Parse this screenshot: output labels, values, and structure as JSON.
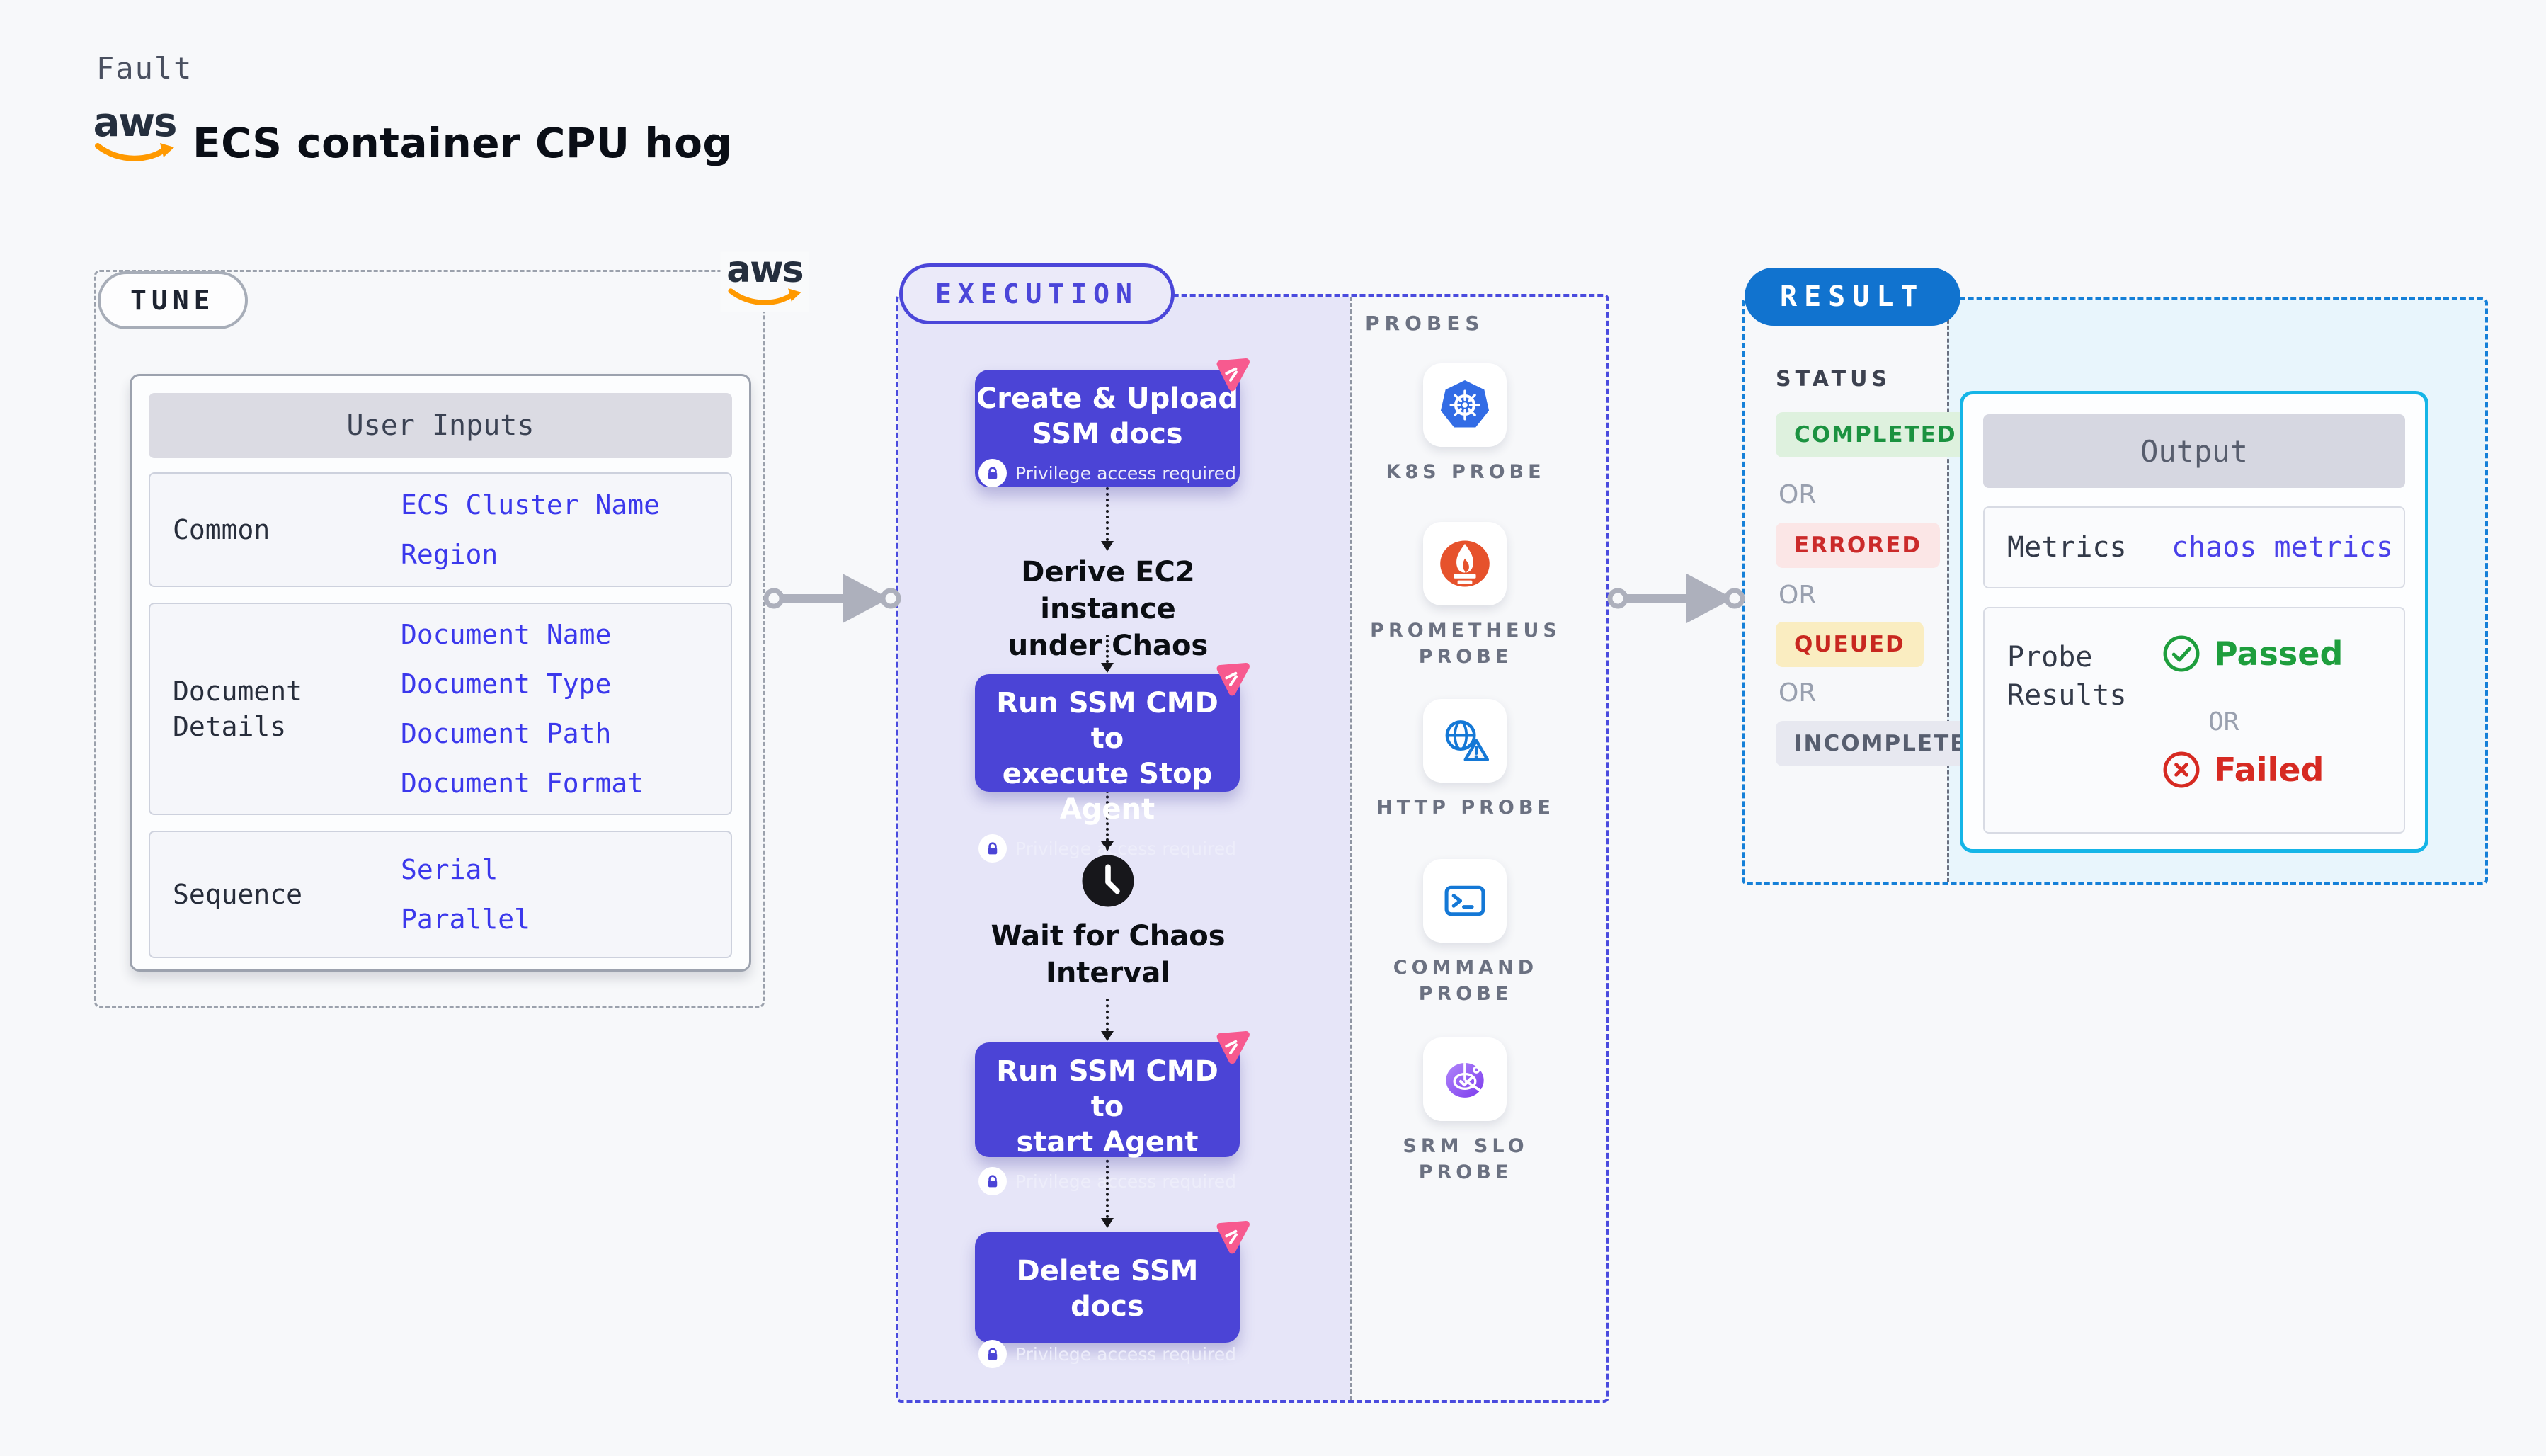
{
  "header": {
    "fault_label": "Fault",
    "title": "ECS container CPU hog",
    "aws_wordmark": "aws"
  },
  "tune": {
    "label": "TUNE",
    "user_inputs": {
      "title": "User Inputs",
      "rows": [
        {
          "label": "Common",
          "label2": "",
          "values": [
            "ECS Cluster Name",
            "Region"
          ]
        },
        {
          "label": "Document",
          "label2": "Details",
          "values": [
            "Document Name",
            "Document Type",
            "Document Path",
            "Document Format"
          ]
        },
        {
          "label": "Sequence",
          "label2": "",
          "values": [
            "Serial",
            "Parallel"
          ]
        }
      ]
    }
  },
  "execution": {
    "label": "EXECUTION",
    "privilege_label": "Privilege access required",
    "steps": [
      {
        "title_lines": [
          "Create & Upload",
          "SSM docs"
        ]
      },
      {
        "title_lines": [
          "Run SSM CMD to",
          "execute Stop Agent"
        ]
      },
      {
        "title_lines": [
          "Run SSM CMD to",
          "start Agent"
        ]
      },
      {
        "title_lines": [
          "Delete SSM docs"
        ]
      }
    ],
    "derive_lines": [
      "Derive EC2 instance",
      "under Chaos"
    ],
    "wait_lines": [
      "Wait for Chaos",
      "Interval"
    ]
  },
  "probes": {
    "label": "PROBES",
    "items": [
      {
        "icon": "kubernetes-icon",
        "label_lines": [
          "K8S PROBE"
        ]
      },
      {
        "icon": "prometheus-icon",
        "label_lines": [
          "PROMETHEUS",
          "PROBE"
        ]
      },
      {
        "icon": "http-icon",
        "label_lines": [
          "HTTP PROBE"
        ]
      },
      {
        "icon": "command-icon",
        "label_lines": [
          "COMMAND",
          "PROBE"
        ]
      },
      {
        "icon": "srm-slo-icon",
        "label_lines": [
          "SRM SLO",
          "PROBE"
        ]
      }
    ]
  },
  "result": {
    "label": "RESULT",
    "status": {
      "title": "STATUS",
      "or": "OR",
      "badges": [
        {
          "label": "COMPLETED",
          "color": "#1B9240",
          "bg": "#DEF1DE"
        },
        {
          "label": "ERRORED",
          "color": "#CB2A2A",
          "bg": "#FBE6E6"
        },
        {
          "label": "QUEUED",
          "color": "#C8271F",
          "bg": "#FAEDC1"
        },
        {
          "label": "INCOMPLETED",
          "color": "#575E6F",
          "bg": "#E7E8F0"
        }
      ]
    },
    "output": {
      "title": "Output",
      "metrics_label": "Metrics",
      "metrics_value": "chaos metrics",
      "probe_results_lines": [
        "Probe",
        "Results"
      ],
      "passed": "Passed",
      "or": "OR",
      "failed": "Failed"
    }
  },
  "colors": {
    "page_bg": "#F7F8FA",
    "aws_orange": "#FF9900",
    "indigo_step": "#4B44D6",
    "execution_accent": "#4B46D9",
    "lavender_bg": "#E6E5F8",
    "pink_badge": "#F75A8F",
    "result_blue": "#1173CF",
    "cyan_border": "#15B5E7",
    "cyan_bg": "#E8F5FC",
    "value_blue": "#3B38EC",
    "passed_green": "#1E9E3D",
    "failed_red": "#D62A22",
    "kubernetes_blue": "#326CE5",
    "prometheus_orange": "#E6522C",
    "probe_icon_blue": "#1478D6",
    "srm_purple": "#8B5CF6"
  }
}
